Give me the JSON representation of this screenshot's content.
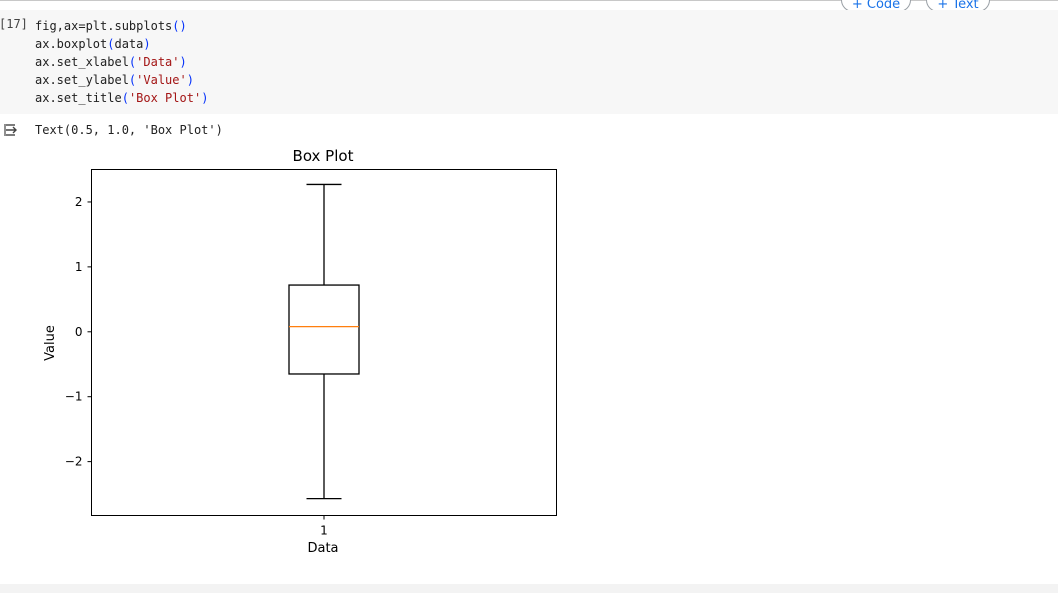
{
  "toolbar": {
    "add_code_label": "+ Code",
    "add_text_label": "+ Text"
  },
  "cell": {
    "execution_count": "[17]",
    "code_lines": [
      [
        {
          "t": "fig,ax=plt.subplots",
          "c": "fn"
        },
        {
          "t": "()",
          "c": "paren"
        }
      ],
      [
        {
          "t": "ax.boxplot",
          "c": "fn"
        },
        {
          "t": "(",
          "c": "paren"
        },
        {
          "t": "data",
          "c": "fn"
        },
        {
          "t": ")",
          "c": "paren"
        }
      ],
      [
        {
          "t": "ax.set_xlabel",
          "c": "fn"
        },
        {
          "t": "(",
          "c": "paren"
        },
        {
          "t": "'Data'",
          "c": "str"
        },
        {
          "t": ")",
          "c": "paren"
        }
      ],
      [
        {
          "t": "ax.set_ylabel",
          "c": "fn"
        },
        {
          "t": "(",
          "c": "paren"
        },
        {
          "t": "'Value'",
          "c": "str"
        },
        {
          "t": ")",
          "c": "paren"
        }
      ],
      [
        {
          "t": "ax.set_title",
          "c": "fn"
        },
        {
          "t": "(",
          "c": "paren"
        },
        {
          "t": "'Box Plot'",
          "c": "str"
        },
        {
          "t": ")",
          "c": "paren"
        }
      ]
    ]
  },
  "output": {
    "text": "Text(0.5, 1.0, 'Box Plot')"
  },
  "chart_data": {
    "type": "box",
    "title": "Box Plot",
    "xlabel": "Data",
    "ylabel": "Value",
    "categories": [
      "1"
    ],
    "series": [
      {
        "whisker_low": -2.57,
        "q1": -0.65,
        "median": 0.08,
        "q3": 0.72,
        "whisker_high": 2.27
      }
    ],
    "ylim": [
      -2.83,
      2.5
    ],
    "yticks": [
      -2,
      -1,
      0,
      1,
      2
    ],
    "ytick_labels": [
      "−2",
      "−1",
      "0",
      "1",
      "2"
    ],
    "box_color": "#000000",
    "median_color": "#ff7f0e",
    "grid": false
  }
}
